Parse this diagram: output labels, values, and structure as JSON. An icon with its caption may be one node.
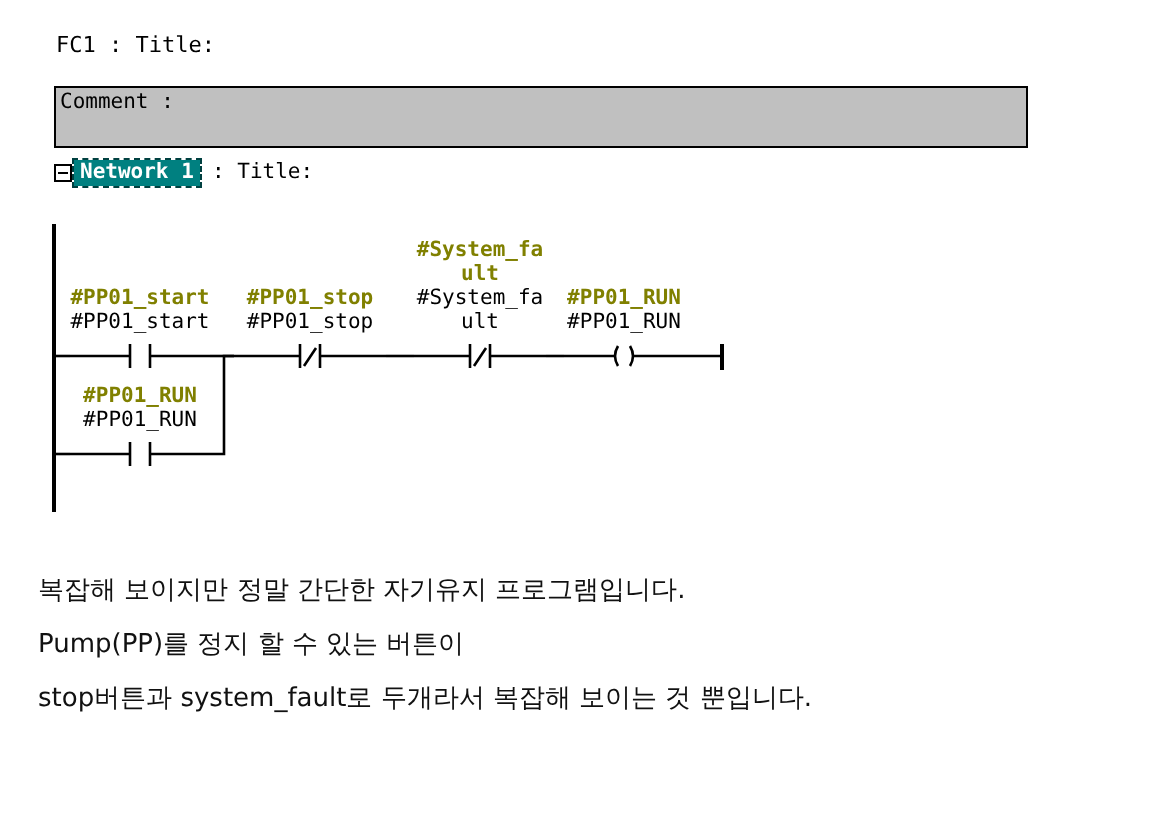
{
  "diagram": {
    "title": "FC1 : Title:",
    "nodes": [
      {
        "text": [
          "#PP01_start",
          "#PP01_start"
        ]
      },
      {
        "text": [
          "#PP01_stop",
          "#PP01_stop"
        ]
      },
      {
        "text": [
          "#System_fault",
          "#System_fault"
        ]
      },
      {
        "text": [
          "#PP01_RUN",
          "#PP01_RUN"
        ]
      },
      {
        "text": [
          "#PP01_RUN",
          "#PP01_RUN"
        ]
      },
      {
        "text": [],
        "shape": "bar"
      },
      {
        "text": [],
        "shape": "bar"
      },
      {
        "text": [
          "Comment :"
        ]
      }
    ],
    "edges": [
      {
        "from": 5,
        "to": 0,
        "arrow": "none"
      },
      {
        "from": 0,
        "to": 1,
        "arrow": "none"
      },
      {
        "from": 1,
        "to": 2,
        "arrow": "none"
      },
      {
        "from": 2,
        "to": 3,
        "arrow": "none"
      },
      {
        "from": 3,
        "to": 6,
        "arrow": "none"
      },
      {
        "from": 5,
        "to": 4,
        "arrow": "none"
      },
      {
        "from": 4,
        "to": 1,
        "arrow": "none"
      }
    ],
    "labels": [
      "Network 1",
      ": Title:",
      "복잡해 보이지만 정말 간단한 자기유지 프로그램입니다.",
      "Pump(PP)를 정지 할 수 있는 버튼이",
      "stop버튼과 system_fault로 두개라서 복잡해 보이는 것 뿐입니다."
    ]
  }
}
